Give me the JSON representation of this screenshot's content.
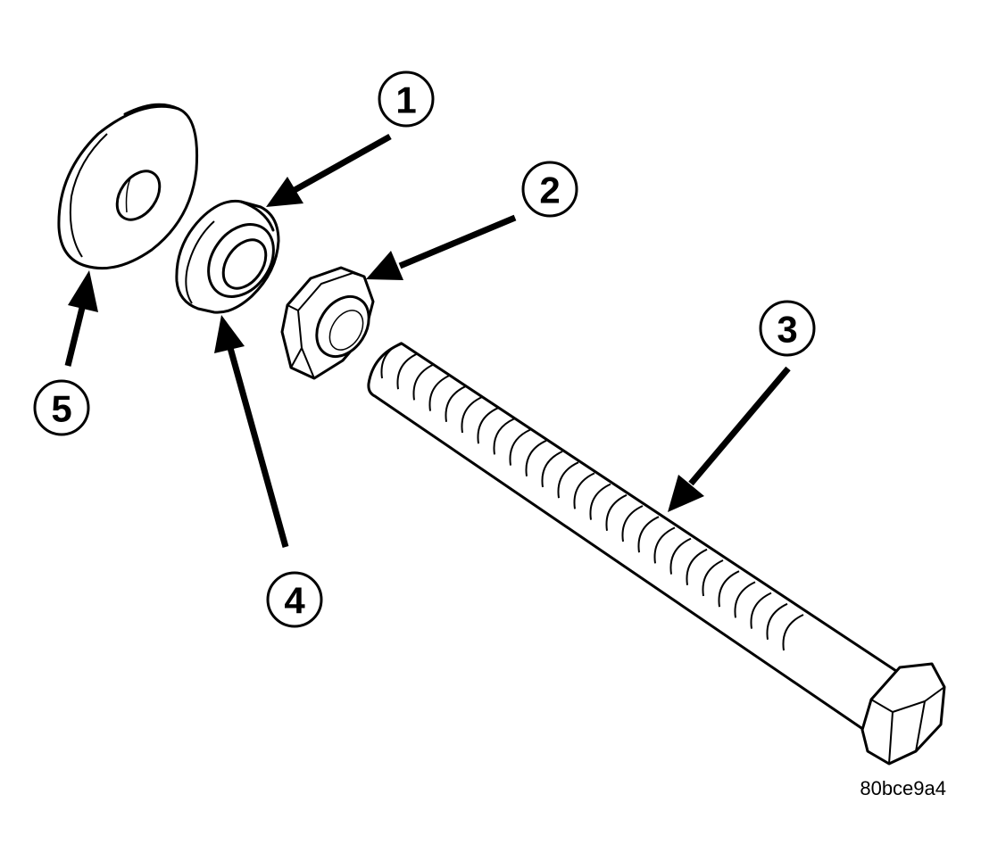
{
  "callouts": [
    {
      "id": "callout-1",
      "label": "1"
    },
    {
      "id": "callout-2",
      "label": "2"
    },
    {
      "id": "callout-3",
      "label": "3"
    },
    {
      "id": "callout-4",
      "label": "4"
    },
    {
      "id": "callout-5",
      "label": "5"
    }
  ],
  "figure_id": "80bce9a4",
  "colors": {
    "ink": "#000000",
    "paper": "#ffffff"
  }
}
